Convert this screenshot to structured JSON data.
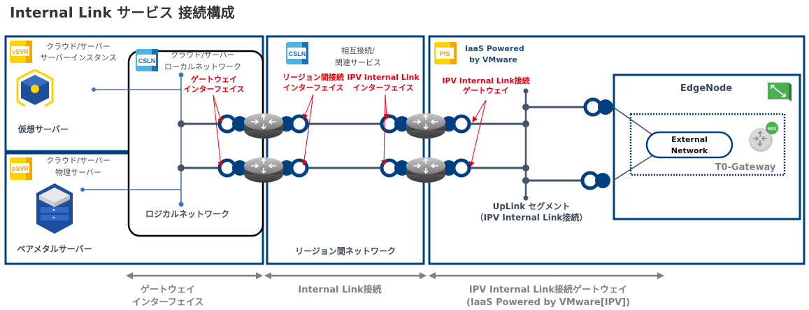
{
  "title": "Internal Link サービス 接続構成",
  "colors": {
    "frame": "#004080",
    "line": "#44546a",
    "accent_blue": "#4472c4",
    "red": "#e60012",
    "badge_yellow": "#ffd200",
    "badge_orange": "#f7a600",
    "badge_blue": "#4db3e6",
    "arrow_gray": "#808080",
    "nsx_green": "#4caf50"
  },
  "vsvr": {
    "badge": "vSVR",
    "heading_line1": "クラウド/サーバー",
    "heading_line2": "サーバーインスタンス",
    "caption": "仮想サーバー"
  },
  "psvr": {
    "badge": "pSVR",
    "heading_line1": "クラウド/サーバー",
    "heading_line2": "物理サーバー",
    "caption": "ベアメタルサーバー"
  },
  "cloud_local": {
    "badge": "CSLN",
    "heading_line1": "クラウド/サーバー",
    "heading_line2": "ローカルネットワーク",
    "gateway_label_line1": "ゲートウェイ",
    "gateway_label_line2": "インターフェイス",
    "logical_network": "ロジカルネットワーク"
  },
  "interconnect": {
    "badge": "CSLN",
    "heading_line1": "相互接続/",
    "heading_line2": "関連サービス",
    "region_if_line1": "リージョン間接続",
    "region_if_line2": "インターフェイス",
    "ipv_if_line1": "IPV Internal Link",
    "ipv_if_line2": "インターフェイス",
    "region_network": "リージョン間ネットワーク"
  },
  "ipv": {
    "badge": "PfS",
    "heading_line1": "IaaS Powered",
    "heading_line2": "by VMware",
    "gw_label_line1": "IPV Internal Link接続",
    "gw_label_line2": "ゲートウェイ",
    "uplink_line1": "UpLink セグメント",
    "uplink_line2": "（IPV Internal Link接続）"
  },
  "edge": {
    "title": "EdgeNode",
    "external_line1": "External",
    "external_line2": "Network",
    "t0": "T0-Gateway",
    "nsx_badge": "NSX"
  },
  "spans": [
    {
      "line1": "ゲートウェイ",
      "line2": "インターフェイス"
    },
    {
      "line1": "Internal Link接続",
      "line2": ""
    },
    {
      "line1": "IPV Internal Link接続ゲートウェイ",
      "line2": "(IaaS Powered by VMware[IPV])"
    }
  ]
}
